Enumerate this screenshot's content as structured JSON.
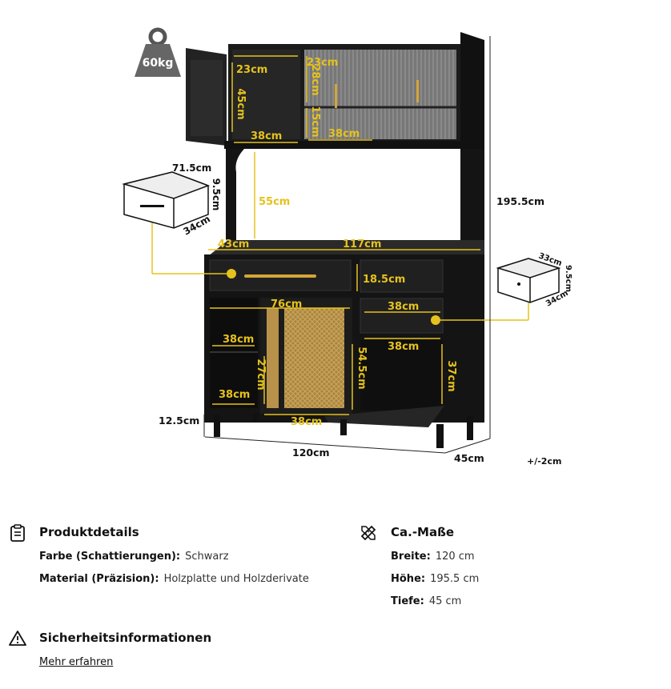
{
  "figure": {
    "weight": "60kg",
    "dims": {
      "top_depth_left": "23cm",
      "top_depth_right": "23cm",
      "top_height_left": "45cm",
      "top_height_mid": "28cm",
      "top_height_mid2": "15cm",
      "top_width_left": "38cm",
      "top_width_right": "38cm",
      "hutch_gap": "55cm",
      "counter_depth": "43cm",
      "counter_width": "117cm",
      "drawer_height_right": "18.5cm",
      "cabinet_width": "76cm",
      "drawer_width_right": "38cm",
      "shelf_left_width": "38cm",
      "right_comp_width": "38cm",
      "left_inner_height": "27cm",
      "door_height": "54.5cm",
      "right_inner_height": "37cm",
      "bottom_left_width": "38cm",
      "door_bottom_width": "38cm",
      "leg_height": "12.5cm",
      "total_width": "120cm",
      "total_depth": "45cm",
      "total_height": "195.5cm",
      "tolerance": "+/-2cm",
      "big_drawer_w": "71.5cm",
      "big_drawer_h": "9.5cm",
      "big_drawer_d": "34cm",
      "small_drawer_w": "33cm",
      "small_drawer_h": "9.5cm",
      "small_drawer_d": "34cm"
    }
  },
  "product_details": {
    "title": "Produktdetails",
    "color_label": "Farbe (Schattierungen):",
    "color_value": "Schwarz",
    "material_label": "Material (Präzision):",
    "material_value": "Holzplatte und Holzderivate"
  },
  "dimensions": {
    "title": "Ca.-Maße",
    "width_label": "Breite:",
    "width_value": "120 cm",
    "height_label": "Höhe:",
    "height_value": "195.5 cm",
    "depth_label": "Tiefe:",
    "depth_value": "45 cm"
  },
  "safety": {
    "title": "Sicherheitsinformationen",
    "link": "Mehr erfahren"
  }
}
